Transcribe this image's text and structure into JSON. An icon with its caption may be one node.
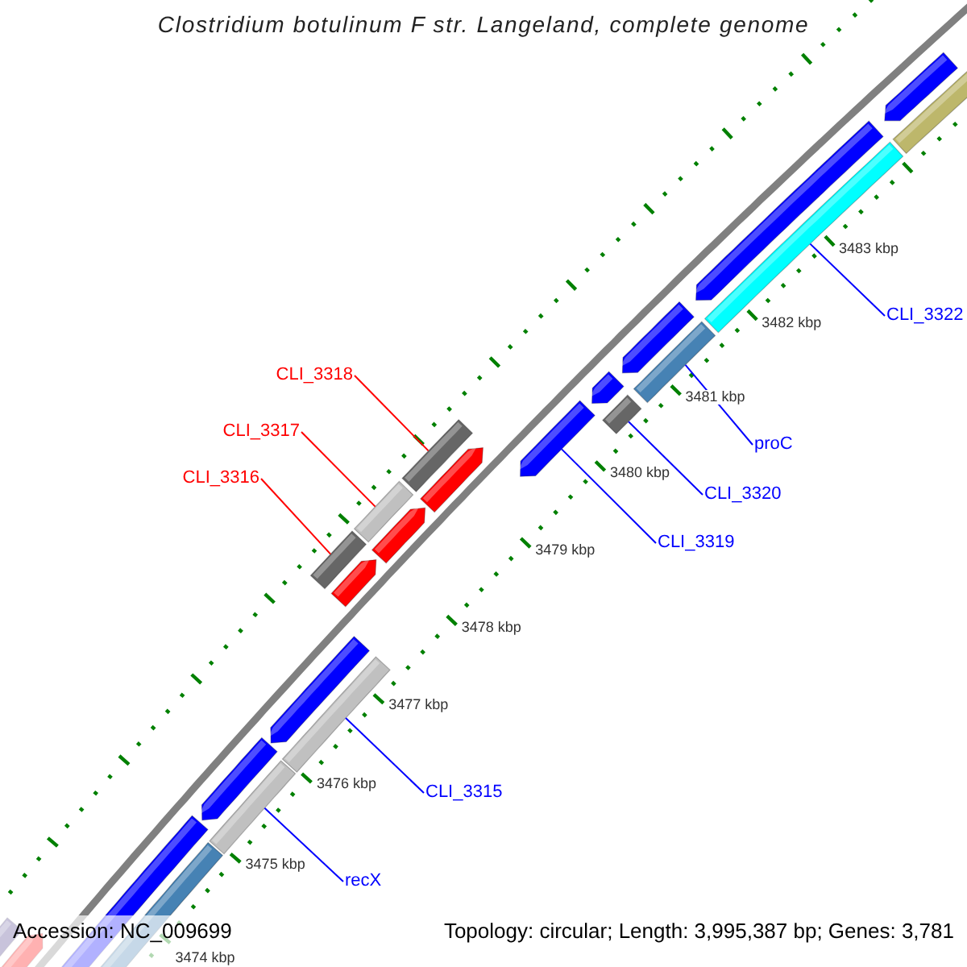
{
  "diagram": {
    "title": "Clostridium botulinum F str. Langeland, complete genome",
    "nodes": [
      {
        "text": [
          "CLI_3322"
        ]
      },
      {
        "text": [
          "CLI_3318"
        ]
      },
      {
        "text": [
          "CLI_3317"
        ]
      },
      {
        "text": [
          "proC"
        ]
      },
      {
        "text": [
          "CLI_3316"
        ]
      },
      {
        "text": [
          "CLI_3320"
        ]
      },
      {
        "text": [
          "CLI_3319"
        ]
      },
      {
        "text": [
          "CLI_3315"
        ]
      },
      {
        "text": [
          "recX"
        ]
      },
      {
        "text": [],
        "shape": "bar"
      },
      {
        "text": [],
        "shape": "bar"
      },
      {
        "text": [],
        "shape": "bar"
      },
      {
        "text": [],
        "shape": "arrow"
      },
      {
        "text": [],
        "shape": "bar"
      },
      {
        "text": [],
        "shape": "bar"
      },
      {
        "text": [],
        "shape": "bar"
      },
      {
        "text": [],
        "shape": "bar"
      },
      {
        "text": [],
        "shape": "bar"
      },
      {
        "text": [],
        "shape": "arrow"
      },
      {
        "text": [],
        "shape": "bar"
      },
      {
        "text": [],
        "shape": "arrow"
      },
      {
        "text": [],
        "shape": "arrow"
      },
      {
        "text": [],
        "shape": "arrow"
      },
      {
        "text": [],
        "shape": "arrow"
      },
      {
        "text": [],
        "shape": "arrow"
      },
      {
        "text": [],
        "shape": "arrow"
      },
      {
        "text": [],
        "shape": "arrow"
      },
      {
        "text": [],
        "shape": "arrow"
      },
      {
        "text": [],
        "shape": "arrow"
      },
      {
        "text": [],
        "shape": "arrow"
      },
      {
        "text": [],
        "shape": "bar"
      },
      {
        "text": [],
        "shape": "bar"
      }
    ],
    "edges": [
      {
        "from": 0,
        "to": 9,
        "arrow": "none"
      },
      {
        "from": 1,
        "to": 13,
        "arrow": "none",
        "color": "#ff0000"
      },
      {
        "from": 2,
        "to": 14,
        "arrow": "none",
        "color": "#ff0000"
      },
      {
        "from": 3,
        "to": 10,
        "arrow": "none"
      },
      {
        "from": 4,
        "to": 15,
        "arrow": "none",
        "color": "#ff0000"
      },
      {
        "from": 5,
        "to": 11,
        "arrow": "none"
      },
      {
        "from": 6,
        "to": 12,
        "arrow": "none"
      },
      {
        "from": 7,
        "to": 16,
        "arrow": "none"
      },
      {
        "from": 8,
        "to": 17,
        "arrow": "none"
      }
    ],
    "labels": [
      "3483 kbp",
      "3482 kbp",
      "3481 kbp",
      "3480 kbp",
      "3479 kbp",
      "3478 kbp",
      "3477 kbp",
      "3476 kbp",
      "3475 kbp",
      "Accession: NC_009699",
      "Topology: circular; Length: 3,995,387 bp; Genes: 3,781",
      "3474 kbp"
    ]
  }
}
